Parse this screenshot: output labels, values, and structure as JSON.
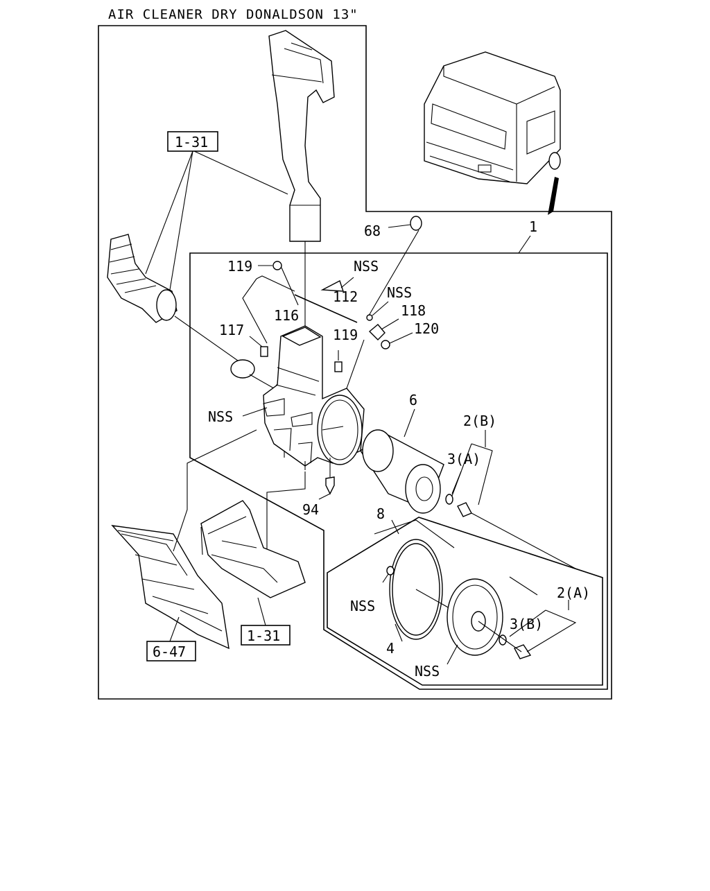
{
  "title": "AIR CLEANER DRY DONALDSON 13\"",
  "ref_boxes": {
    "intake_pipe": "1-31",
    "bracket_pipe": "1-31",
    "panel": "6-47"
  },
  "callouts": {
    "c68": "68",
    "c1": "1",
    "c119a": "119",
    "nss_clip": "NSS",
    "nss_grommet": "NSS",
    "c112": "112",
    "c116": "116",
    "c118": "118",
    "c117": "117",
    "c119b": "119",
    "c120": "120",
    "c6": "6",
    "nss_housing": "NSS",
    "c2b": "2(B)",
    "c3a": "3(A)",
    "c94": "94",
    "c8": "8",
    "nss_washer": "NSS",
    "c2a": "2(A)",
    "c3b": "3(B)",
    "c4": "4",
    "nss_cover": "NSS"
  }
}
